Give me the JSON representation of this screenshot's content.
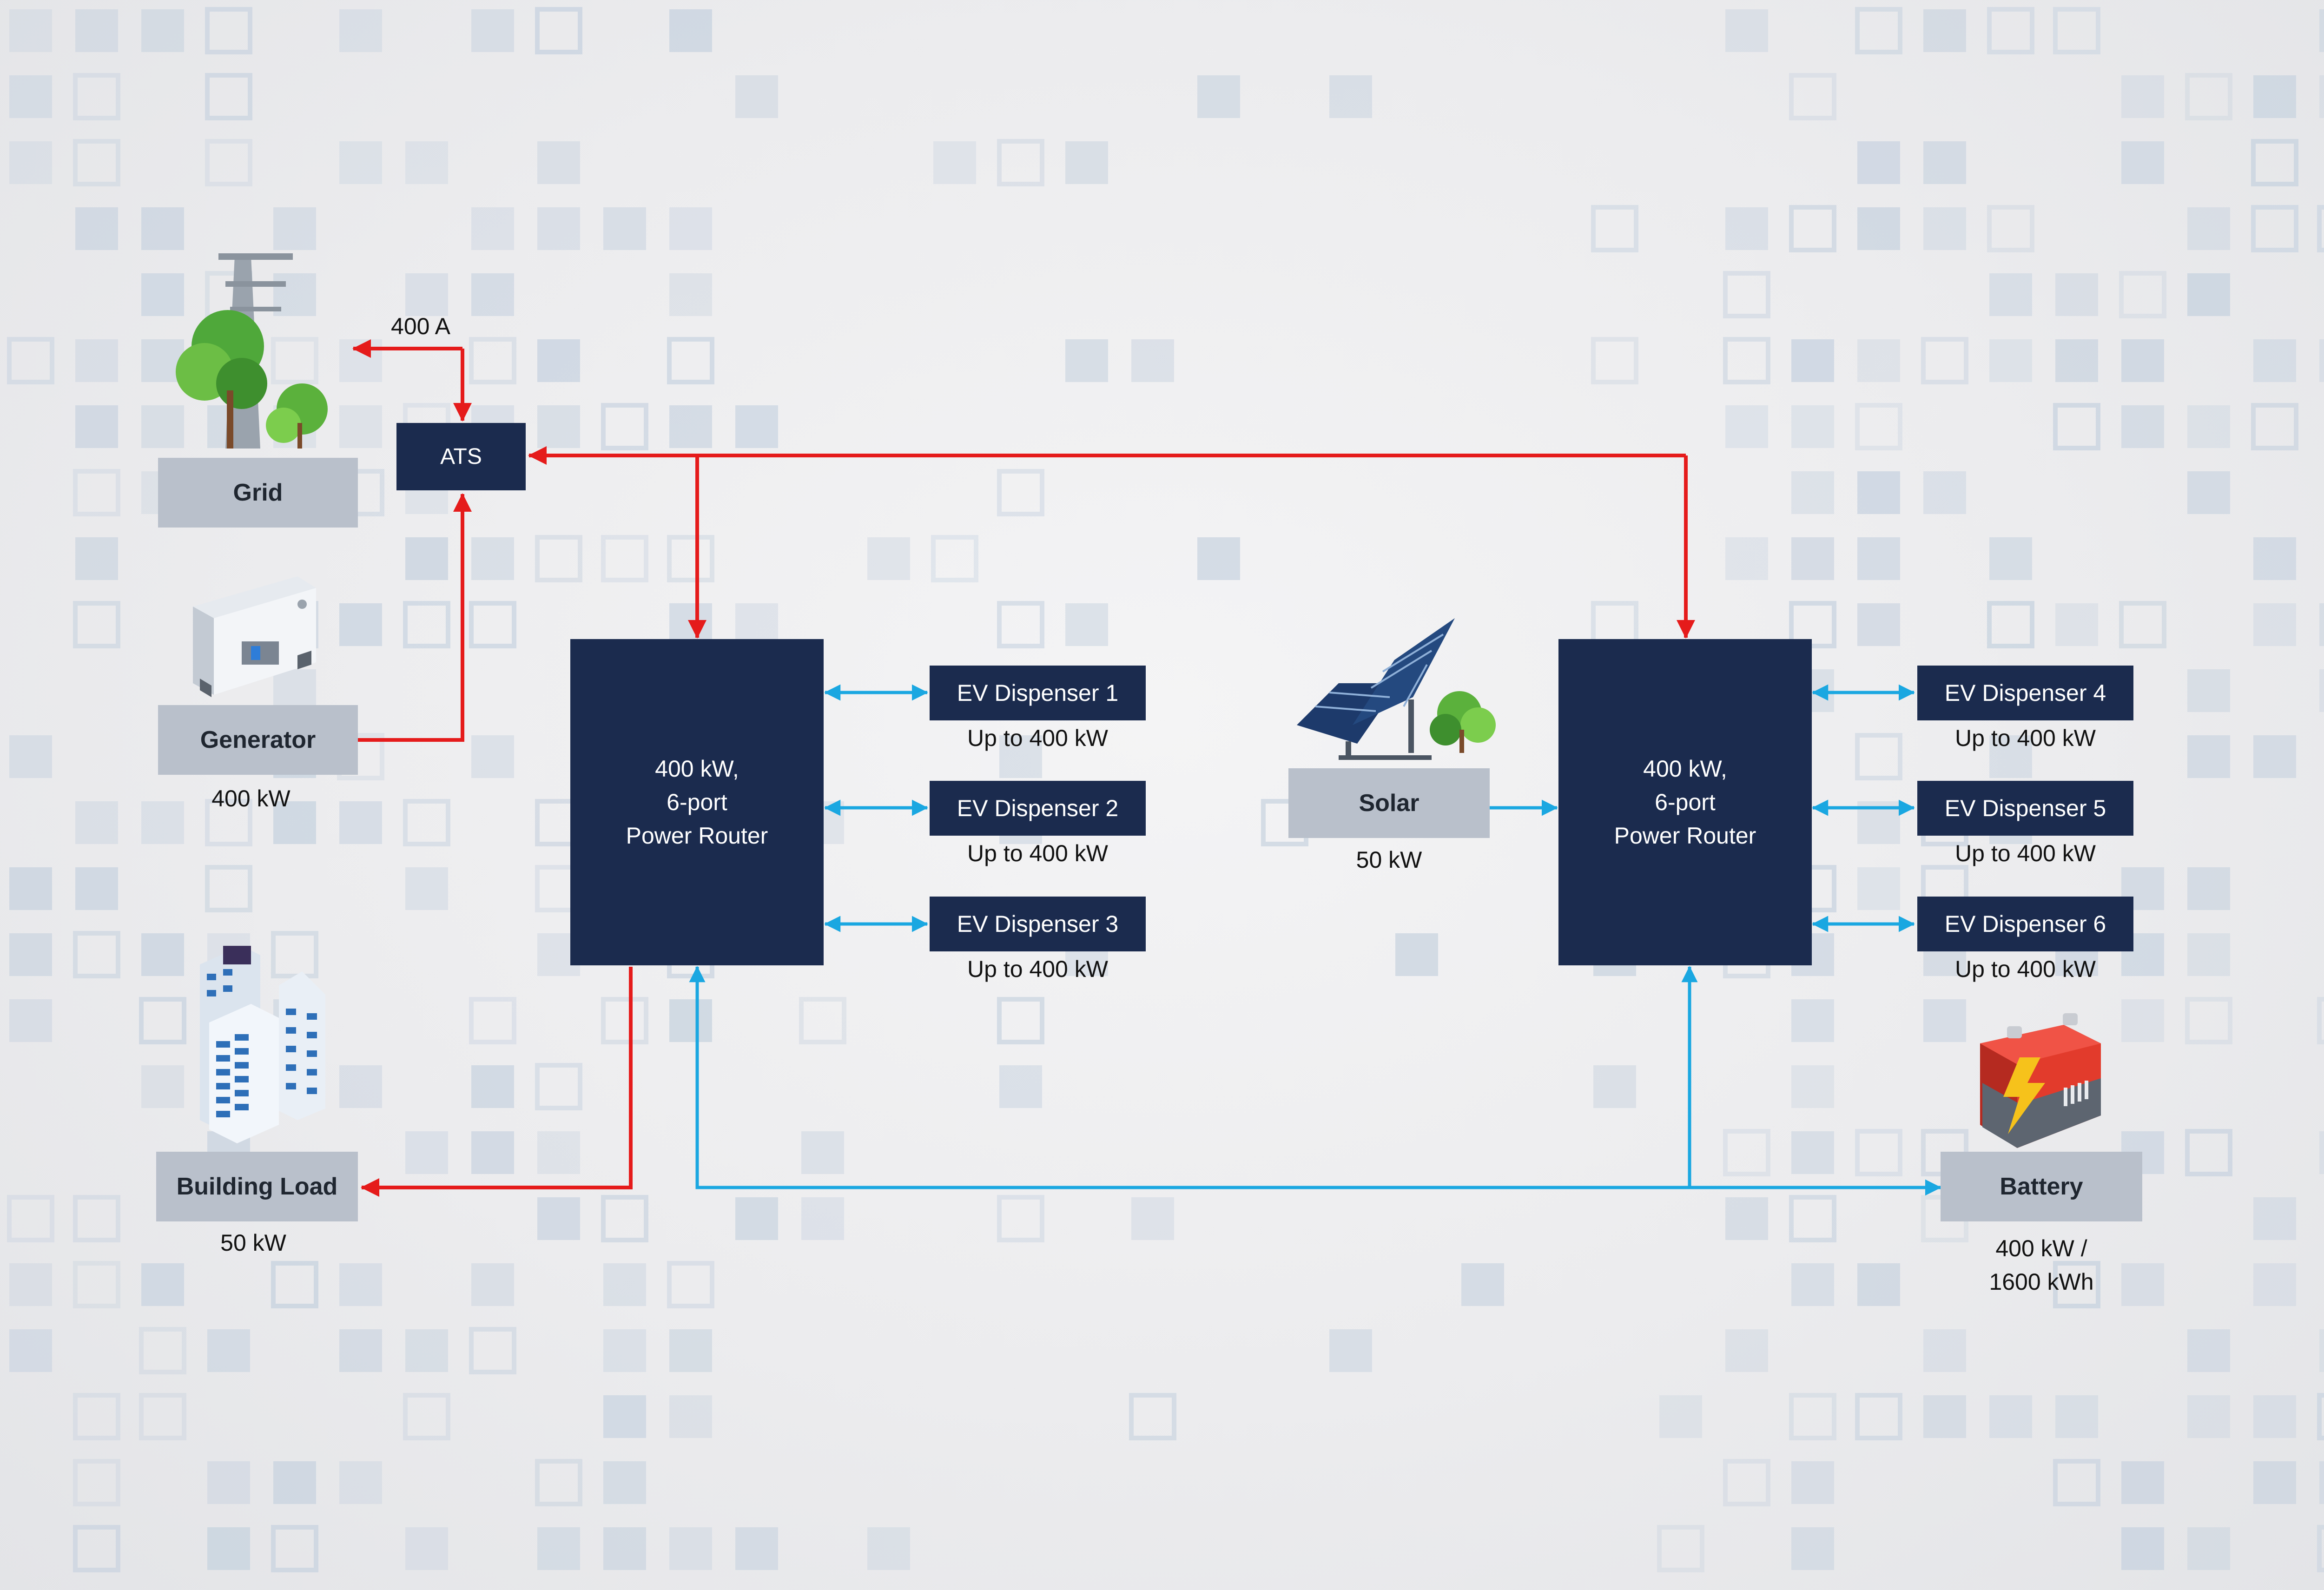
{
  "diagram": {
    "colors": {
      "ac_line": "#e51b1b",
      "dc_line": "#1aa7e1",
      "node_fill": "#1b2b4e",
      "label_fill": "#b9c0cb",
      "pattern": "#c7d2df"
    },
    "sources": {
      "grid": {
        "label": "Grid",
        "icon": "utility-pole-trees-icon"
      },
      "generator": {
        "label": "Generator",
        "rating": "400 kW",
        "icon": "generator-icon"
      },
      "building": {
        "label": "Building Load",
        "rating": "50 kW",
        "icon": "office-buildings-icon"
      },
      "solar": {
        "label": "Solar",
        "rating": "50 kW",
        "icon": "solar-panels-icon"
      },
      "battery": {
        "label": "Battery",
        "rating": "400 kW /\n1600 kWh",
        "icon": "battery-bolt-icon"
      }
    },
    "ats": {
      "label": "ATS",
      "grid_rating": "400 A"
    },
    "routers": [
      {
        "label": "400 kW,\n6-port\nPower Router"
      },
      {
        "label": "400 kW,\n6-port\nPower Router"
      }
    ],
    "dispensers": [
      {
        "label": "EV Dispenser 1",
        "rating": "Up to 400 kW"
      },
      {
        "label": "EV Dispenser 2",
        "rating": "Up to 400 kW"
      },
      {
        "label": "EV Dispenser 3",
        "rating": "Up to 400 kW"
      },
      {
        "label": "EV Dispenser 4",
        "rating": "Up to 400 kW"
      },
      {
        "label": "EV Dispenser 5",
        "rating": "Up to 400 kW"
      },
      {
        "label": "EV Dispenser 6",
        "rating": "Up to 400 kW"
      }
    ]
  }
}
